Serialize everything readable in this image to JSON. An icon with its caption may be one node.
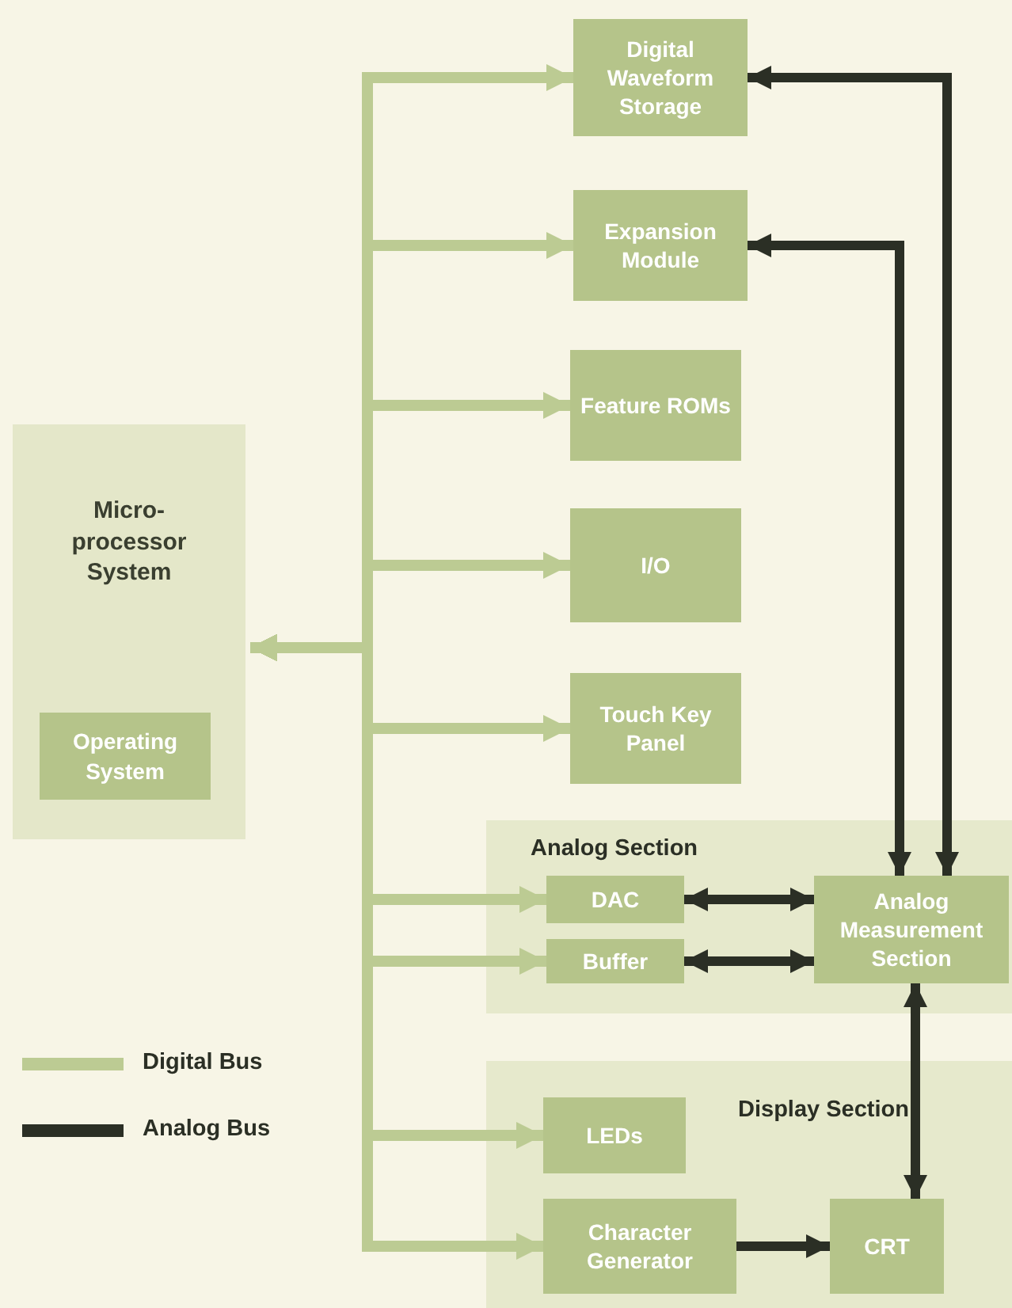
{
  "diagram": {
    "nodes": [
      {
        "text": [
          "Micro-processor System"
        ]
      },
      {
        "text": [
          "Operating System"
        ],
        "in": 0
      },
      {
        "text": [
          "Digital Waveform Storage"
        ]
      },
      {
        "text": [
          "Expansion Module"
        ]
      },
      {
        "text": [
          "Feature ROMs"
        ]
      },
      {
        "text": [
          "I/O"
        ]
      },
      {
        "text": [
          "Touch Key Panel"
        ]
      },
      {
        "text": [
          "Analog Section"
        ]
      },
      {
        "text": [
          "DAC"
        ],
        "in": 7
      },
      {
        "text": [
          "Buffer"
        ],
        "in": 7
      },
      {
        "text": [
          "Analog Measurement Section"
        ],
        "in": 7
      },
      {
        "text": [
          "Display Section"
        ]
      },
      {
        "text": [
          "LEDs"
        ],
        "in": 11
      },
      {
        "text": [
          "Character Generator"
        ],
        "in": 11
      },
      {
        "text": [
          "CRT"
        ],
        "in": 11
      }
    ],
    "edges": [
      {
        "from": 0,
        "to": 2,
        "arrow": "both"
      },
      {
        "from": 0,
        "to": 3,
        "arrow": "both"
      },
      {
        "from": 0,
        "to": 4,
        "arrow": "both"
      },
      {
        "from": 0,
        "to": 5,
        "arrow": "both"
      },
      {
        "from": 0,
        "to": 6,
        "arrow": "both"
      },
      {
        "from": 0,
        "to": 8,
        "arrow": "both"
      },
      {
        "from": 0,
        "to": 9,
        "arrow": "both"
      },
      {
        "from": 0,
        "to": 12,
        "arrow": "both"
      },
      {
        "from": 0,
        "to": 13,
        "arrow": "both"
      },
      {
        "from": 10,
        "to": 2,
        "arrow": "both",
        "color": "#2b2f25"
      },
      {
        "from": 10,
        "to": 3,
        "arrow": "both",
        "color": "#2b2f25"
      },
      {
        "from": 8,
        "to": 10,
        "arrow": "both",
        "color": "#2b2f25"
      },
      {
        "from": 9,
        "to": 10,
        "arrow": "both",
        "color": "#2b2f25"
      },
      {
        "from": 10,
        "to": 14,
        "arrow": "both",
        "color": "#2b2f25"
      },
      {
        "from": 13,
        "to": 14,
        "arrow": "to",
        "color": "#2b2f25"
      }
    ],
    "legend": [
      {
        "text": "Digital Bus",
        "color": "#bccb93"
      },
      {
        "text": "Analog Bus",
        "color": "#2b2f25"
      }
    ]
  }
}
